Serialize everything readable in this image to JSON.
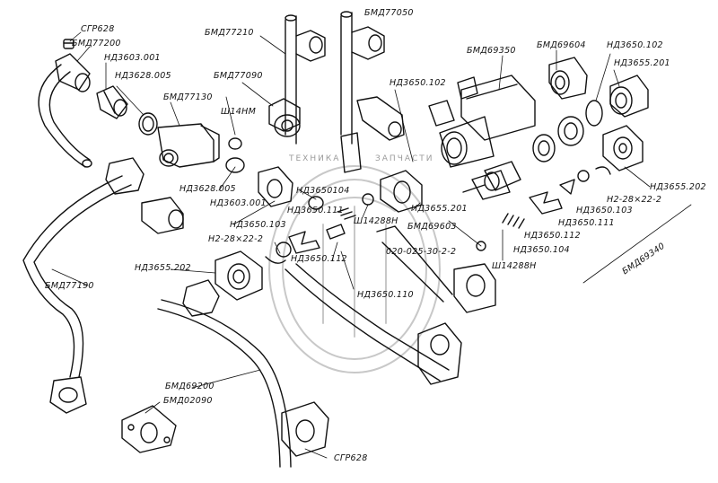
{
  "diagram": {
    "labels": {
      "sgr628_top": "СГР628",
      "bmd77200": "БМД77200",
      "nd3603001_top": "НД3603.001",
      "nd3628005_top": "НД3628.005",
      "bmd77130": "БМД77130",
      "bmd77210": "БМД77210",
      "bmd77090": "БМД77090",
      "sh14hmm": "Ш14НМ",
      "bmd77050": "БМД77050",
      "nd3650102_center": "НД3650.102",
      "bmd69350": "БМД69350",
      "bmd69604": "БМД69604",
      "nd3650102_right": "НД3650.102",
      "nd3655201_right": "НД3655.201",
      "nd3628005_left": "НД3628.005",
      "nd3603001_mid": "НД3603.001",
      "nd3650104_mid": "НД3650104",
      "nd3650111_mid": "НД3650.111",
      "nd3650103_mid": "НД3650.103",
      "nd3655201_mid": "НД3655.201",
      "bmd69603": "БМД69603",
      "sh14288n_mid": "Ш14288Н",
      "nd3655202_right": "НД3655.202",
      "n2_28_22_2_right": "Н2-28×22-2",
      "nd3650103_right": "НД3650.103",
      "nd3650111_right": "НД3650.111",
      "nd3650112_right": "НД3650.112",
      "nd3650104_right": "НД3650.104",
      "sh14288n_lower": "Ш14288Н",
      "o20_025_30_2_2": "020-025-30-2-2",
      "bmd69340": "БМД69340",
      "n2_28_22_2_left": "Н2-28×22-2",
      "nd3650112_mid": "НД3650.112",
      "nd3655202_left": "НД3655.202",
      "nd3650110": "НД3650.110",
      "bmd77190": "БМД77190",
      "bmd69200": "БМД69200",
      "bmd02090": "БМД02090",
      "sgr628_bottom": "СГР628"
    },
    "watermark": {
      "text_left": "ТЕХНИКА",
      "text_right": "ЗАПЧАСТИ"
    }
  }
}
